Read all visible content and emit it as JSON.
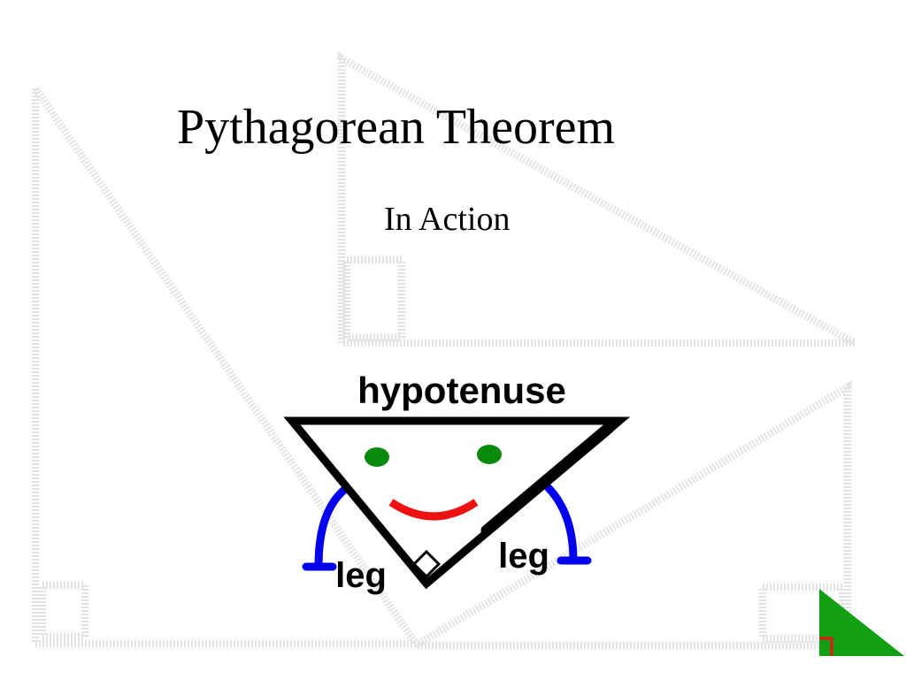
{
  "slide": {
    "title": "Pythagorean Theorem",
    "subtitle": "In Action"
  },
  "diagram": {
    "hypotenuse_label": "hypotenuse",
    "left_leg_label": "leg",
    "right_leg_label": "leg"
  },
  "colors": {
    "background": "#ffffff",
    "faded_outline": "#e2e2e2",
    "outline": "#000000",
    "eyes": "#0a8a0a",
    "smile": "#ee1111",
    "arms": "#0000ee",
    "corner_triangle": "#12a012",
    "corner_mark": "#ee1111"
  }
}
